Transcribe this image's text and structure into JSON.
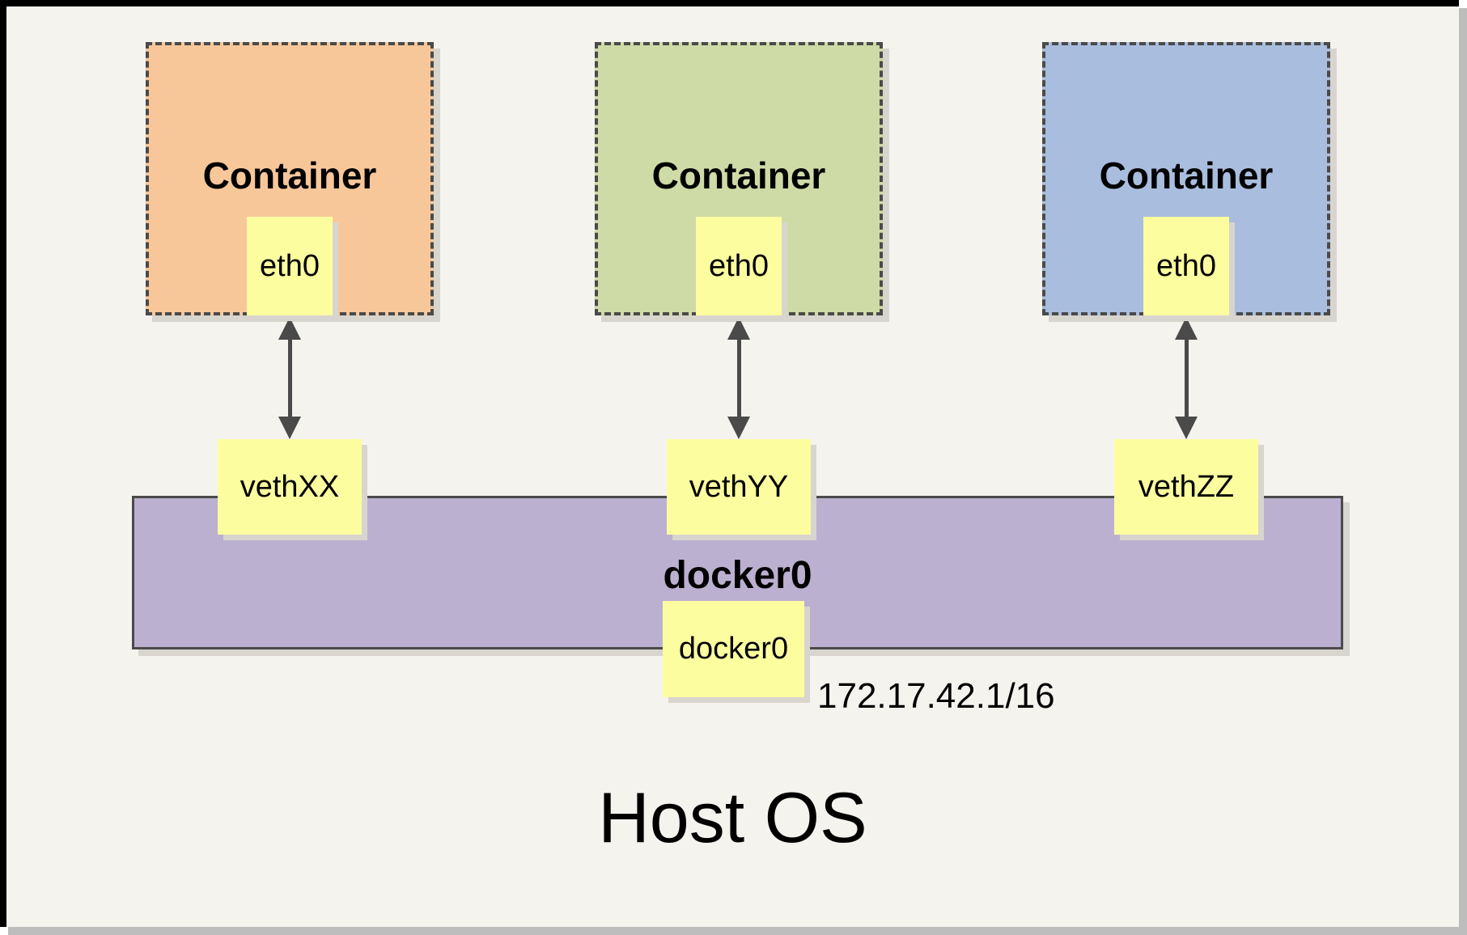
{
  "colors": {
    "background": "#F5F3EE",
    "container_orange": "#F7C79A",
    "container_green": "#CEDBA6",
    "container_blue": "#A9BEDE",
    "bridge_purple": "#BCB0D1",
    "note_yellow": "#FCFD9F",
    "line_gray": "#4A4A4A",
    "frame_border": "#000000",
    "frame_shadow": "#BDBDBD"
  },
  "containers": [
    {
      "title": "Container",
      "interface": "eth0",
      "veth": "vethXX",
      "fill": "#F7C79A"
    },
    {
      "title": "Container",
      "interface": "eth0",
      "veth": "vethYY",
      "fill": "#CEDBA6"
    },
    {
      "title": "Container",
      "interface": "eth0",
      "veth": "vethZZ",
      "fill": "#A9BEDE"
    }
  ],
  "bridge": {
    "name": "docker0",
    "interface": "docker0",
    "ip": "172.17.42.1/16",
    "fill": "#BCB0D1"
  },
  "host": {
    "label": "Host OS"
  }
}
